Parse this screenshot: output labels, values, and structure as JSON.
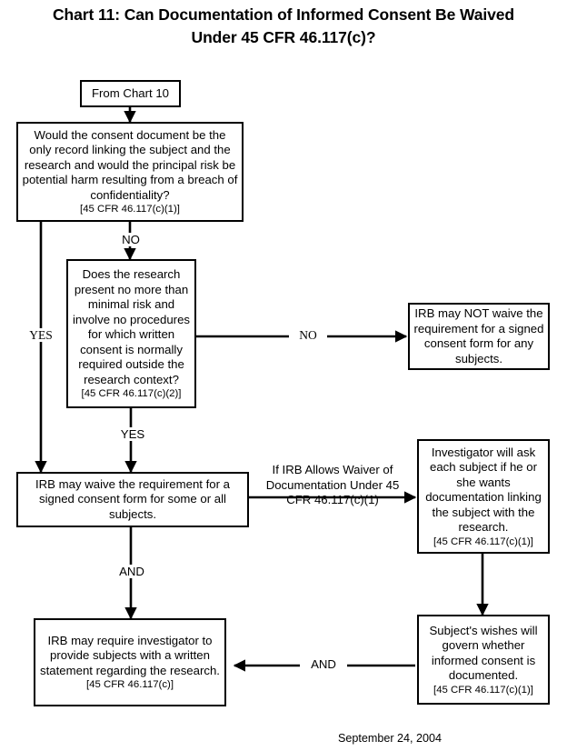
{
  "title": {
    "line1": "Chart 11:  Can Documentation of Informed Consent Be Waived",
    "line2": "Under 45 CFR 46.117(c)?"
  },
  "nodes": {
    "from_chart": {
      "text": "From Chart 10"
    },
    "q1": {
      "text": "Would the consent document be the only record linking the subject and the research and would the principal risk be potential harm resulting from a breach of confidentiality?",
      "cfr": "[45 CFR 46.117(c)(1)]"
    },
    "q2": {
      "text": "Does the research present no more than minimal risk and involve no procedures for which written consent is normally required outside the research context?",
      "cfr": "[45 CFR 46.117(c)(2)]"
    },
    "not_waive": {
      "text": "IRB may NOT waive the requirement for a signed consent form for any subjects."
    },
    "may_waive": {
      "text": "IRB may waive the requirement for a signed consent form for some or all subjects."
    },
    "investigator": {
      "text": "Investigator will ask each subject if he or she wants documentation linking the subject with the research.",
      "cfr": "[45 CFR 46.117(c)(1)]"
    },
    "written_statement": {
      "text": "IRB may require investigator to provide subjects with a written statement regarding the research.",
      "cfr": "[45 CFR 46.117(c)]"
    },
    "subject_wishes": {
      "text": "Subject's wishes will govern whether informed consent is documented.",
      "cfr": "[45 CFR 46.117(c)(1)]"
    }
  },
  "edges": {
    "q1_no": "NO",
    "q1_yes": "YES",
    "q2_no": "NO",
    "q2_yes": "YES",
    "waive_and": "AND",
    "bottom_and": "AND",
    "waiver_note": "If IRB Allows Waiver of Documentation Under 45 CFR 46.117(c)(1)"
  },
  "footer": {
    "date": "September 24, 2004"
  },
  "colors": {
    "stroke": "#000000",
    "background": "#ffffff",
    "text": "#000000"
  }
}
